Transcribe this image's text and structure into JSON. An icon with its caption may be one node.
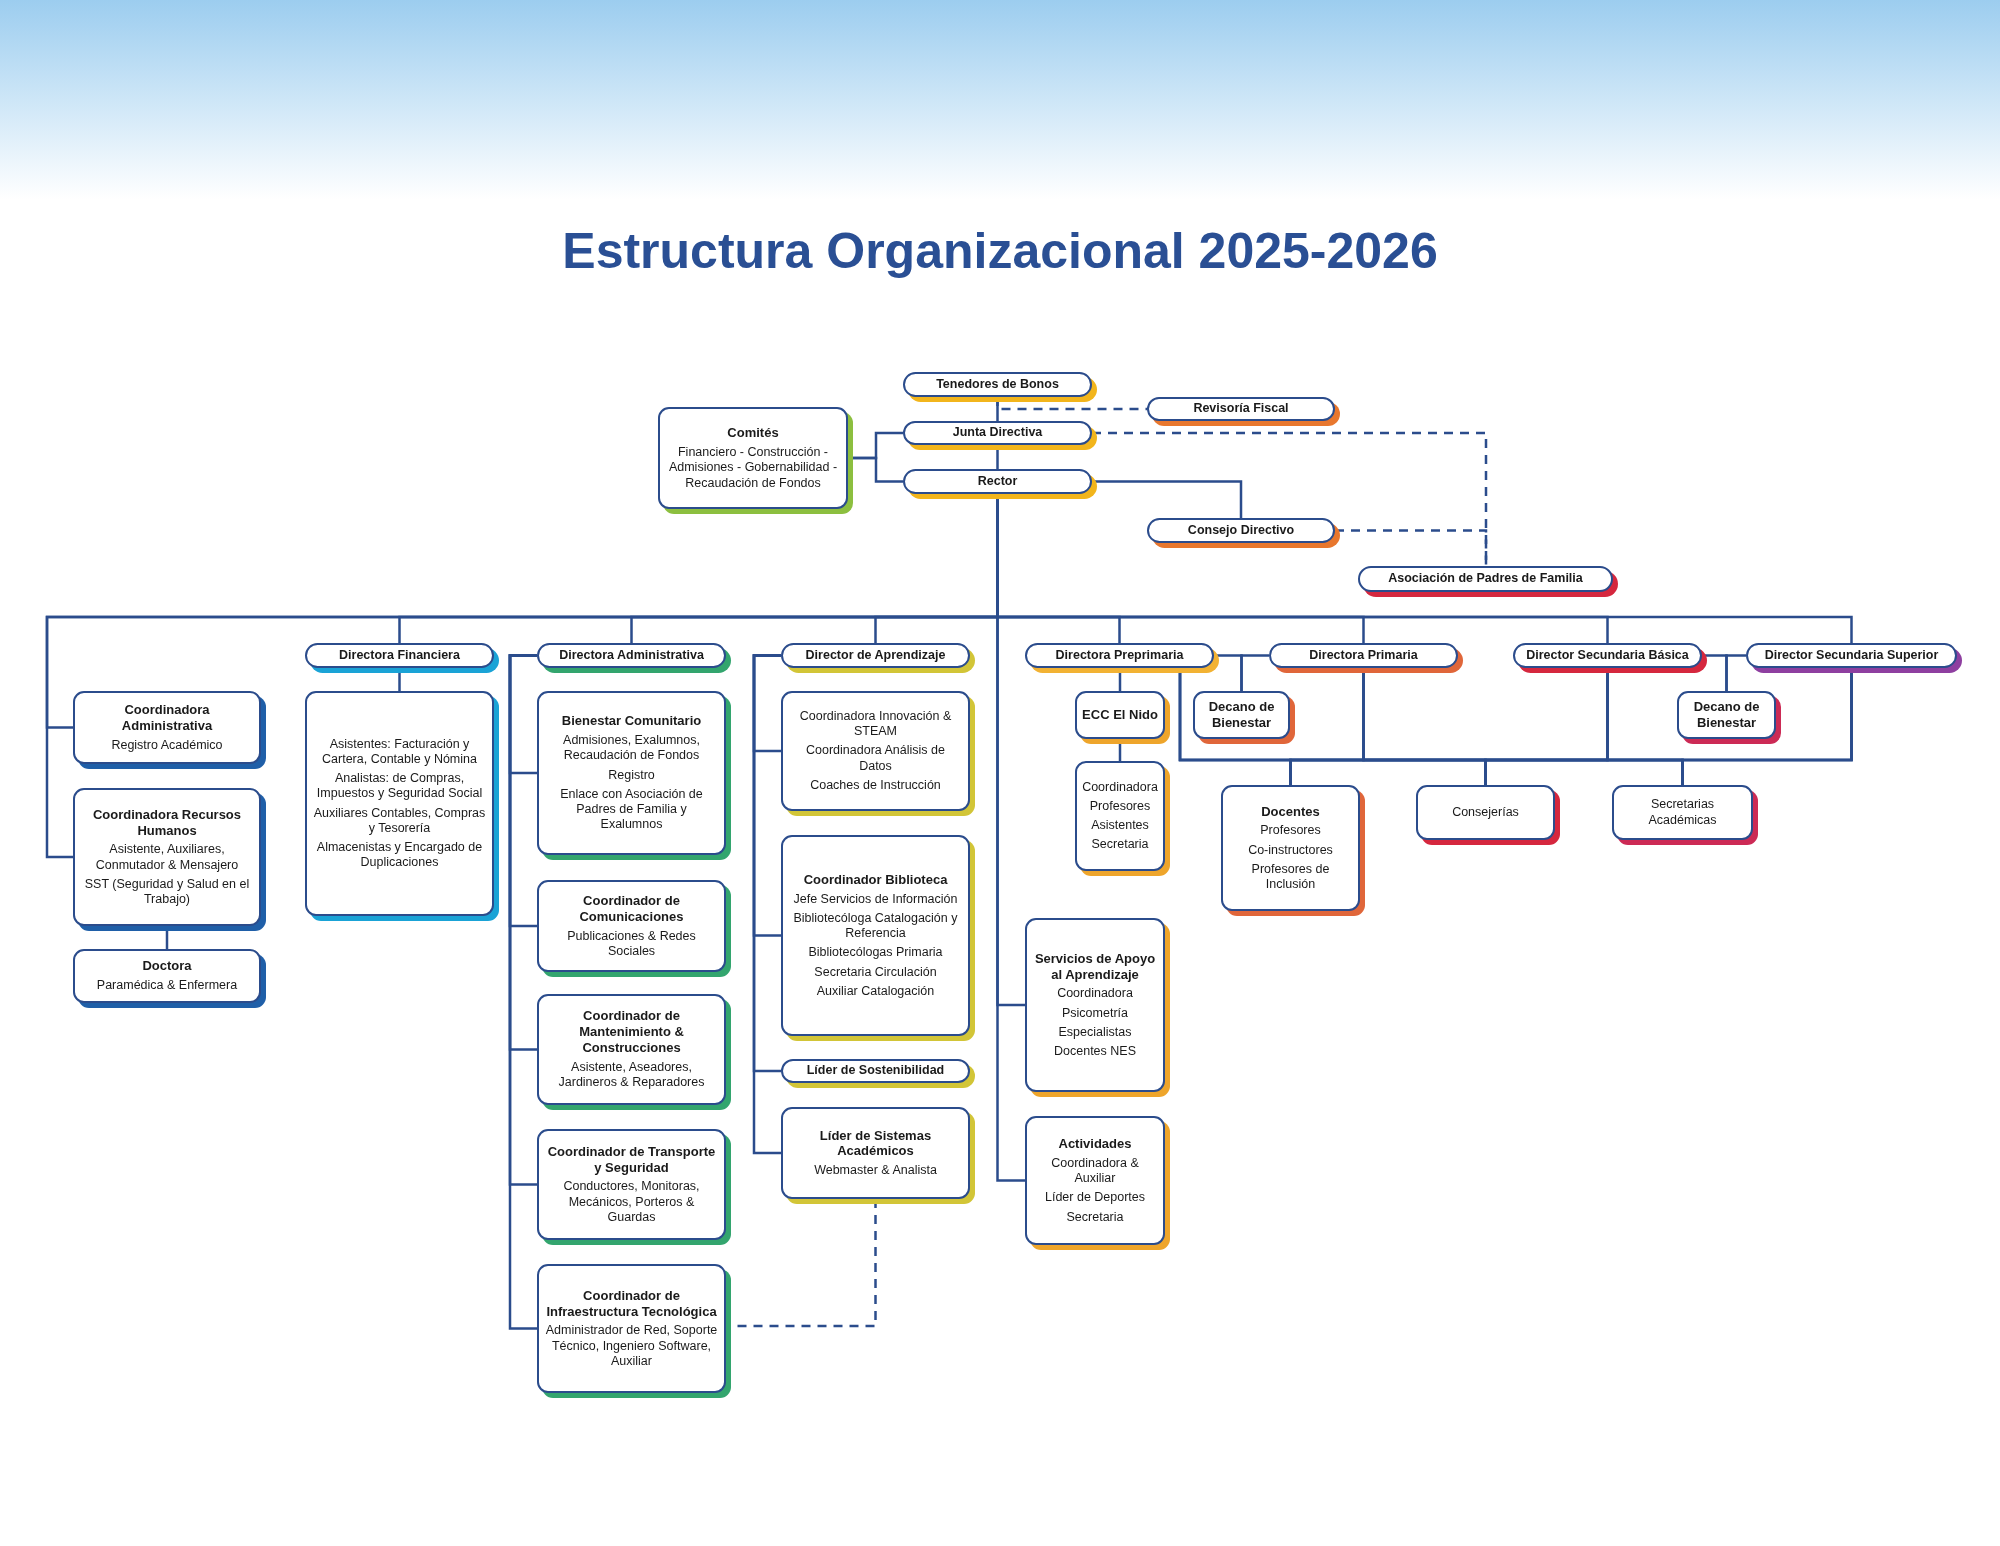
{
  "diagram": {
    "title": "Estructura Organizacional 2025-2026",
    "nodes": [
      {
        "text": [
          "Tenedores de Bonos"
        ]
      },
      {
        "text": [
          "Revisoría Fiscal"
        ]
      },
      {
        "text": [
          "Comités",
          "Financiero - Construcción - Admisiones - Gobernabilidad - Recaudación de Fondos"
        ]
      },
      {
        "text": [
          "Junta Directiva"
        ]
      },
      {
        "text": [
          "Rector"
        ]
      },
      {
        "text": [
          "Consejo Directivo"
        ]
      },
      {
        "text": [
          "Asociación de Padres de Familia"
        ]
      },
      {
        "text": [
          "Coordinadora Administrativa",
          "Registro Académico"
        ]
      },
      {
        "text": [
          "Coordinadora Recursos Humanos",
          "Asistente, Auxiliares, Conmutador & Mensajero",
          "SST (Seguridad y Salud en el Trabajo)"
        ]
      },
      {
        "text": [
          "Doctora",
          "Paramédica & Enfermera"
        ]
      },
      {
        "text": [
          "Directora Financiera"
        ]
      },
      {
        "text": [
          "Asistentes: Facturación y Cartera, Contable y Nómina",
          "Analistas: de Compras, Impuestos y Seguridad Social",
          "Auxiliares Contables, Compras y Tesorería",
          "Almacenistas y Encargado de Duplicaciones"
        ]
      },
      {
        "text": [
          "Directora Administrativa"
        ]
      },
      {
        "text": [
          "Bienestar Comunitario",
          "Admisiones, Exalumnos, Recaudación de Fondos",
          "Registro",
          "Enlace con Asociación de Padres de Familia y Exalumnos"
        ]
      },
      {
        "text": [
          "Coordinador de Comunicaciones",
          "Publicaciones & Redes Sociales"
        ]
      },
      {
        "text": [
          "Coordinador de Mantenimiento & Construcciones",
          "Asistente, Aseadores, Jardineros & Reparadores"
        ]
      },
      {
        "text": [
          "Coordinador de Transporte y Seguridad",
          "Conductores, Monitoras, Mecánicos, Porteros & Guardas"
        ]
      },
      {
        "text": [
          "Coordinador de Infraestructura Tecnológica",
          "Administrador de Red, Soporte Técnico, Ingeniero Software, Auxiliar"
        ]
      },
      {
        "text": [
          "Director de Aprendizaje"
        ]
      },
      {
        "text": [
          "Coordinadora Innovación & STEAM",
          "Coordinadora Análisis de Datos",
          "Coaches de Instrucción"
        ]
      },
      {
        "text": [
          "Coordinador Biblioteca",
          "Jefe Servicios de Información",
          "Bibliotecóloga Catalogación y Referencia",
          "Bibliotecólogas Primaria",
          "Secretaria Circulación",
          "Auxiliar Catalogación"
        ]
      },
      {
        "text": [
          "Líder de Sostenibilidad"
        ]
      },
      {
        "text": [
          "Líder de Sistemas Académicos",
          "Webmaster & Analista"
        ]
      },
      {
        "text": [
          "Directora Preprimaria"
        ]
      },
      {
        "text": [
          "Servicios de Apoyo al Aprendizaje",
          "Coordinadora",
          "Psicometría",
          "Especialistas",
          "Docentes NES"
        ]
      },
      {
        "text": [
          "Actividades",
          "Coordinadora & Auxiliar",
          "Líder de Deportes",
          "Secretaria"
        ]
      },
      {
        "text": [
          "ECC El Nido"
        ]
      },
      {
        "text": [
          "Coordinadora",
          "Profesores",
          "Asistentes",
          "Secretaria"
        ]
      },
      {
        "text": [
          "Decano de Bienestar"
        ]
      },
      {
        "text": [
          "Directora Primaria"
        ]
      },
      {
        "text": [
          "Director Secundaria Básica"
        ]
      },
      {
        "text": [
          "Decano de Bienestar"
        ]
      },
      {
        "text": [
          "Director Secundaria Superior"
        ]
      },
      {
        "text": [
          "Docentes",
          "Profesores",
          "Co-instructores",
          "Profesores de Inclusión"
        ]
      },
      {
        "text": [
          "Consejerías"
        ]
      },
      {
        "text": [
          "Secretarias Académicas"
        ]
      }
    ],
    "edges": [
      {
        "from": 0,
        "to": 3,
        "arrow": "none"
      },
      {
        "from": 0,
        "to": 1,
        "arrow": "none",
        "style": "dashed"
      },
      {
        "from": 3,
        "to": 4,
        "arrow": "none"
      },
      {
        "from": 2,
        "to": 3,
        "arrow": "none"
      },
      {
        "from": 2,
        "to": 4,
        "arrow": "none"
      },
      {
        "from": 3,
        "to": 6,
        "arrow": "none",
        "style": "dashed"
      },
      {
        "from": 4,
        "to": 5,
        "arrow": "none"
      },
      {
        "from": 5,
        "to": 6,
        "arrow": "none",
        "style": "dashed"
      },
      {
        "from": 4,
        "to": 7,
        "arrow": "none"
      },
      {
        "from": 4,
        "to": 8,
        "arrow": "none"
      },
      {
        "from": 8,
        "to": 9,
        "arrow": "none"
      },
      {
        "from": 4,
        "to": 10,
        "arrow": "none"
      },
      {
        "from": 4,
        "to": 12,
        "arrow": "none"
      },
      {
        "from": 4,
        "to": 18,
        "arrow": "none"
      },
      {
        "from": 4,
        "to": 23,
        "arrow": "none"
      },
      {
        "from": 4,
        "to": 29,
        "arrow": "none"
      },
      {
        "from": 4,
        "to": 30,
        "arrow": "none"
      },
      {
        "from": 4,
        "to": 32,
        "arrow": "none"
      },
      {
        "from": 4,
        "to": 24,
        "arrow": "none"
      },
      {
        "from": 4,
        "to": 25,
        "arrow": "none"
      },
      {
        "from": 10,
        "to": 11,
        "arrow": "none"
      },
      {
        "from": 12,
        "to": 13,
        "arrow": "none"
      },
      {
        "from": 12,
        "to": 14,
        "arrow": "none"
      },
      {
        "from": 12,
        "to": 15,
        "arrow": "none"
      },
      {
        "from": 12,
        "to": 16,
        "arrow": "none"
      },
      {
        "from": 12,
        "to": 17,
        "arrow": "none"
      },
      {
        "from": 22,
        "to": 17,
        "arrow": "none",
        "style": "dashed"
      },
      {
        "from": 18,
        "to": 19,
        "arrow": "none"
      },
      {
        "from": 18,
        "to": 20,
        "arrow": "none"
      },
      {
        "from": 18,
        "to": 21,
        "arrow": "none"
      },
      {
        "from": 18,
        "to": 22,
        "arrow": "none"
      },
      {
        "from": 23,
        "to": 26,
        "arrow": "none"
      },
      {
        "from": 26,
        "to": 27,
        "arrow": "none"
      },
      {
        "from": 23,
        "to": 28,
        "arrow": "none"
      },
      {
        "from": 29,
        "to": 28,
        "arrow": "none"
      },
      {
        "from": 30,
        "to": 31,
        "arrow": "none"
      },
      {
        "from": 32,
        "to": 31,
        "arrow": "none"
      },
      {
        "from": 23,
        "to": 33,
        "arrow": "none"
      },
      {
        "from": 23,
        "to": 34,
        "arrow": "none"
      },
      {
        "from": 23,
        "to": 35,
        "arrow": "none"
      },
      {
        "from": 29,
        "to": 33,
        "arrow": "none"
      },
      {
        "from": 29,
        "to": 34,
        "arrow": "none"
      },
      {
        "from": 29,
        "to": 35,
        "arrow": "none"
      },
      {
        "from": 30,
        "to": 33,
        "arrow": "none"
      },
      {
        "from": 30,
        "to": 34,
        "arrow": "none"
      },
      {
        "from": 30,
        "to": 35,
        "arrow": "none"
      },
      {
        "from": 32,
        "to": 33,
        "arrow": "none"
      },
      {
        "from": 32,
        "to": 34,
        "arrow": "none"
      },
      {
        "from": 32,
        "to": 35,
        "arrow": "none"
      }
    ]
  }
}
